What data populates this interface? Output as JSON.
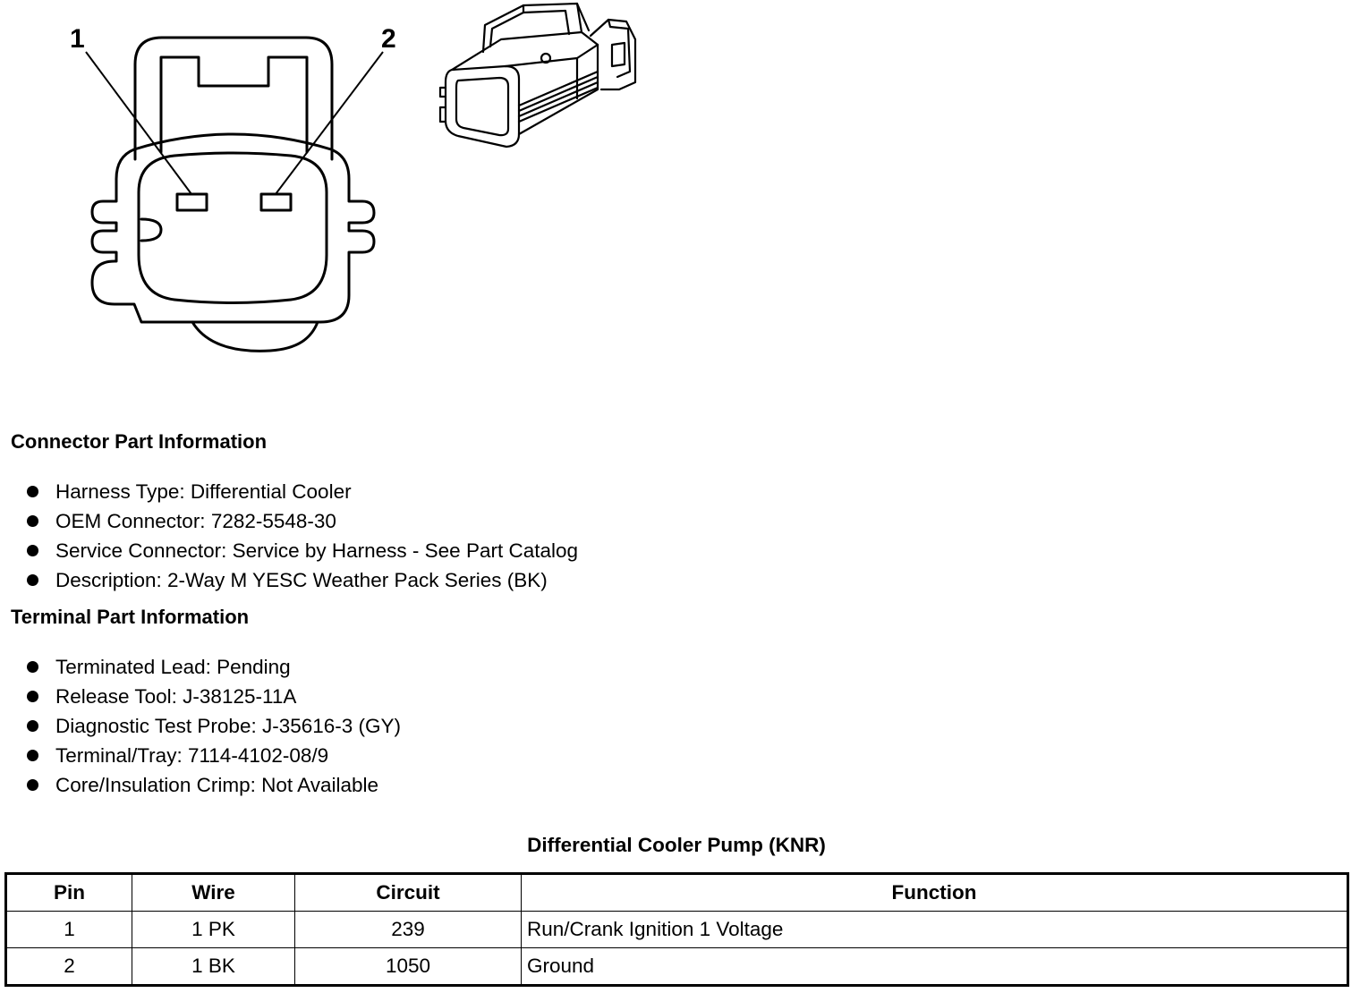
{
  "diagram": {
    "pin_labels": [
      "1",
      "2"
    ]
  },
  "connector_info": {
    "heading": "Connector Part Information",
    "items": [
      "Harness Type: Differential Cooler",
      "OEM Connector: 7282-5548-30",
      "Service Connector: Service by Harness - See Part Catalog",
      "Description: 2-Way M YESC Weather Pack Series (BK)"
    ]
  },
  "terminal_info": {
    "heading": "Terminal Part Information",
    "items": [
      "Terminated Lead: Pending",
      "Release Tool: J-38125-11A",
      "Diagnostic Test Probe: J-35616-3 (GY)",
      "Terminal/Tray: 7114-4102-08/9",
      "Core/Insulation Crimp: Not Available"
    ]
  },
  "table": {
    "title": "Differential Cooler Pump (KNR)",
    "headers": [
      "Pin",
      "Wire",
      "Circuit",
      "Function"
    ],
    "rows": [
      [
        "1",
        "1 PK",
        "239",
        "Run/Crank Ignition 1 Voltage"
      ],
      [
        "2",
        "1 BK",
        "1050",
        "Ground"
      ]
    ]
  }
}
